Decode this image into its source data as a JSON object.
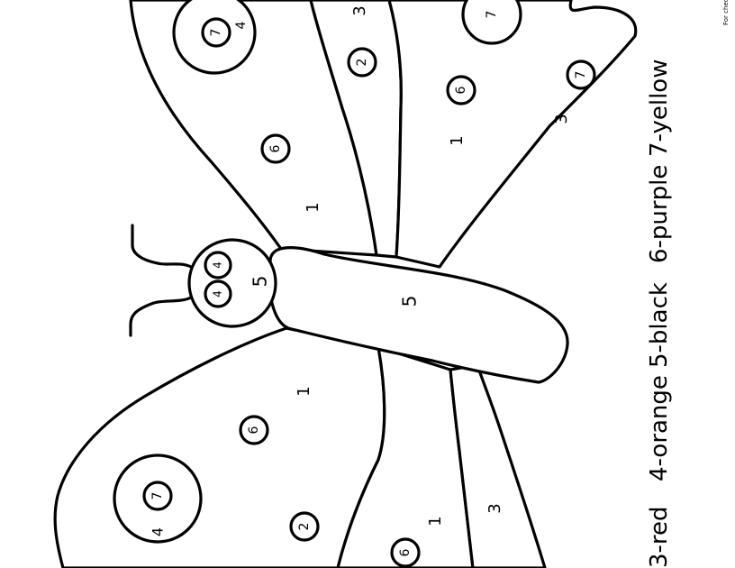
{
  "legend": {
    "items": [
      "3-red",
      "4-orange",
      "5-black",
      "6-purple",
      "7-yellow"
    ]
  },
  "footer_note": "For check",
  "numbers": {
    "head": "5",
    "eye_left": "4",
    "eye_right": "4",
    "body": "5",
    "ul_big_circle": "7",
    "ul_four": "4",
    "ul_six": "6",
    "ul_one": "1",
    "ur_three": "3",
    "ur_two": "2",
    "ur_seven": "7",
    "ur_six": "6",
    "ur_one": "1",
    "ur_three_b": "3",
    "ur_seven_b": "7",
    "ll_big_circle": "7",
    "ll_four": "4",
    "ll_six": "6",
    "ll_one": "1",
    "ll_two": "2",
    "ll_one_b": "1",
    "ll_six_b": "6",
    "lr_three": "3"
  }
}
